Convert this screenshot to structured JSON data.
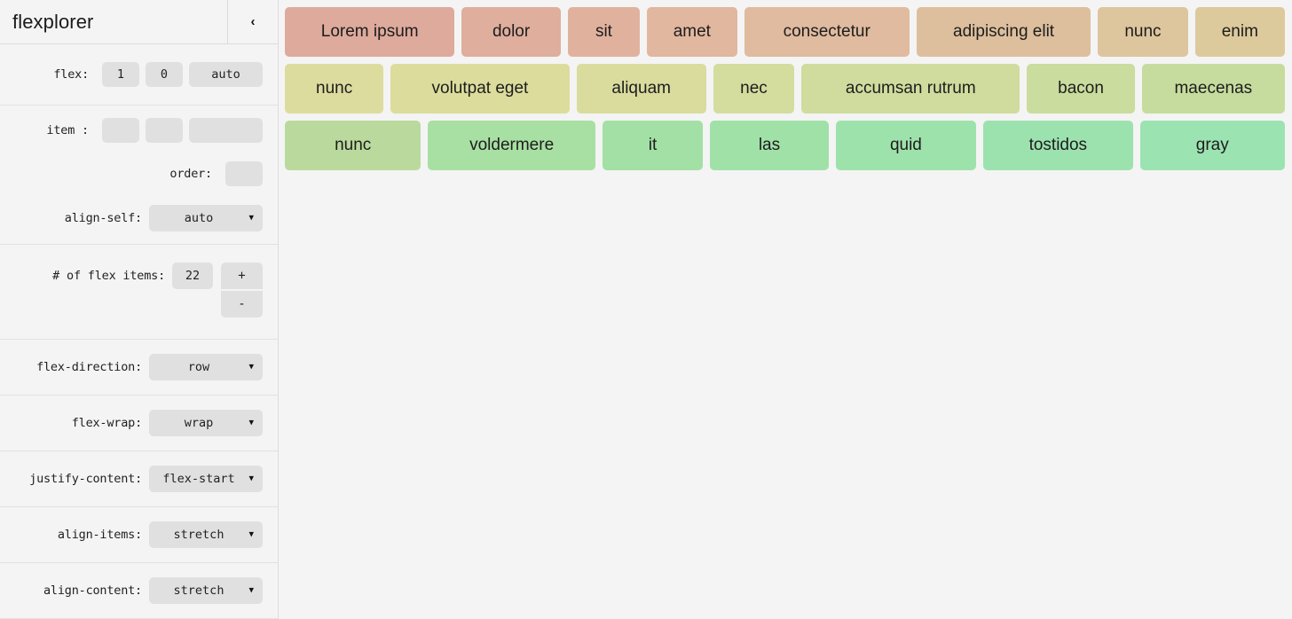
{
  "sidebar": {
    "title": "flexplorer",
    "collapse_icon": "chevron-left-icon",
    "collapse_glyph": "‹",
    "caret_glyph": "❯",
    "rows": {
      "flex": {
        "label": "flex:",
        "grow": "1",
        "shrink": "0",
        "basis": "auto"
      },
      "item": {
        "label": "item :",
        "width": "",
        "height": "",
        "content": ""
      },
      "order": {
        "label": "order:",
        "value": ""
      },
      "align_self": {
        "label": "align-self:",
        "value": "auto"
      },
      "count": {
        "label": "# of flex items:",
        "value": "22",
        "plus": "+",
        "minus": "-"
      },
      "flex_direction": {
        "label": "flex-direction:",
        "value": "row"
      },
      "flex_wrap": {
        "label": "flex-wrap:",
        "value": "wrap"
      },
      "justify_content": {
        "label": "justify-content:",
        "value": "flex-start"
      },
      "align_items": {
        "label": "align-items:",
        "value": "stretch"
      },
      "align_content": {
        "label": "align-content:",
        "value": "stretch"
      }
    }
  },
  "canvas": {
    "items": [
      {
        "label": "Lorem ipsum",
        "color": "#deaa9c",
        "basis": 190
      },
      {
        "label": "dolor",
        "color": "#dfae9d",
        "basis": 110
      },
      {
        "label": "sit",
        "color": "#e0b29e",
        "basis": 80
      },
      {
        "label": "amet",
        "color": "#e1b79f",
        "basis": 100
      },
      {
        "label": "consectetur",
        "color": "#e0bb9f",
        "basis": 185
      },
      {
        "label": "adipiscing elit",
        "color": "#ddbf9d",
        "basis": 195
      },
      {
        "label": "nunc",
        "color": "#ddc59e",
        "basis": 100
      },
      {
        "label": "enim",
        "color": "#dcca9c",
        "basis": 100
      },
      {
        "label": "nunc",
        "color": "#dddc9f",
        "basis": 110
      },
      {
        "label": "volutpat eget",
        "color": "#dcdc9d",
        "basis": 200
      },
      {
        "label": "aliquam",
        "color": "#d9dc9d",
        "basis": 145
      },
      {
        "label": "nec",
        "color": "#d4dc9e",
        "basis": 90
      },
      {
        "label": "accumsan rutrum",
        "color": "#cfdc9e",
        "basis": 245
      },
      {
        "label": "bacon",
        "color": "#cadc9e",
        "basis": 120
      },
      {
        "label": "maecenas",
        "color": "#c6dc9e",
        "basis": 160
      },
      {
        "label": "nunc",
        "color": "#bada9d",
        "basis": 150
      },
      {
        "label": "voldermere",
        "color": "#a8dfa2",
        "basis": 185
      },
      {
        "label": "it",
        "color": "#a3e0a5",
        "basis": 110
      },
      {
        "label": "las",
        "color": "#a0e1a8",
        "basis": 130
      },
      {
        "label": "quid",
        "color": "#9ee2ab",
        "basis": 155
      },
      {
        "label": "tostidos",
        "color": "#9ce2ae",
        "basis": 165
      },
      {
        "label": "gray",
        "color": "#9ce3b2",
        "basis": 160
      }
    ]
  },
  "colors": {
    "app_background": "#f4f4f4",
    "sidebar_border": "#dcdcdc",
    "control_background": "#e0e0e0",
    "text": "#222222"
  }
}
